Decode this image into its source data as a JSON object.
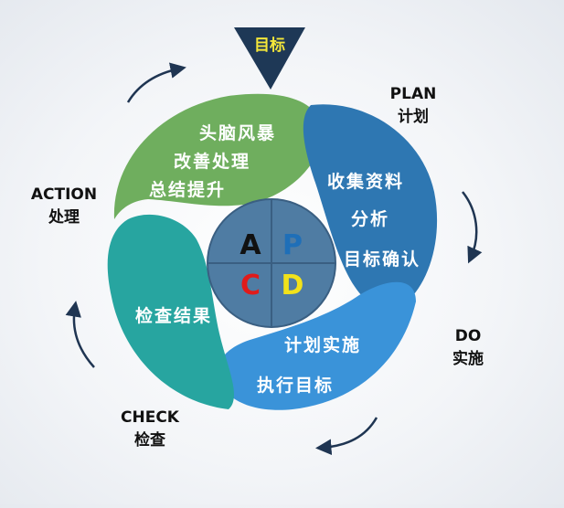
{
  "goal": "目标",
  "stages": {
    "plan": {
      "en": "PLAN",
      "cn": "计划"
    },
    "do": {
      "en": "DO",
      "cn": "实施"
    },
    "check": {
      "en": "CHECK",
      "cn": "检查"
    },
    "action": {
      "en": "ACTION",
      "cn": "处理"
    }
  },
  "petals": {
    "action": {
      "lines": [
        "头脑风暴",
        "改善处理",
        "总结提升"
      ]
    },
    "plan": {
      "lines": [
        "收集资料",
        "分析",
        "目标确认"
      ]
    },
    "do": {
      "lines": [
        "计划实施",
        "执行目标"
      ]
    },
    "check": {
      "lines": [
        "检查结果"
      ]
    }
  },
  "quadrants": {
    "a": {
      "letter": "A",
      "color": "#111111"
    },
    "p": {
      "letter": "P",
      "color": "#1f6fb8"
    },
    "c": {
      "letter": "C",
      "color": "#e01b1b"
    },
    "d": {
      "letter": "D",
      "color": "#f2e21a"
    }
  },
  "colors": {
    "action_petal": "#6fae5e",
    "plan_petal": "#2e77b2",
    "do_petal": "#3a93d9",
    "check_petal": "#27a5a0",
    "center": "#4f7ca3",
    "goal_triangle": "#1e3856",
    "goal_text": "#f4e73a",
    "arrow": "#1f3552"
  }
}
